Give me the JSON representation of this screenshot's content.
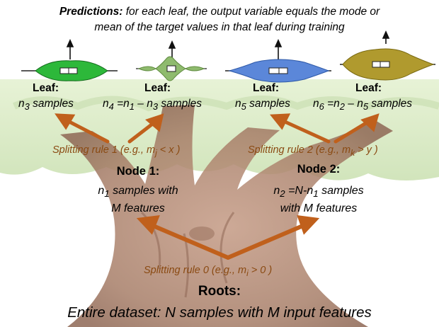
{
  "predictions": {
    "label": "Predictions:",
    "line1": " for each leaf,  the output variable equals the mode or",
    "line2": "mean of the target values in that leaf during training"
  },
  "leaves": [
    {
      "title": "Leaf:",
      "sub": {
        "a": "n",
        "a_sub": "3",
        "rest": " samples"
      },
      "color": "#2db83a"
    },
    {
      "title": "Leaf:",
      "sub": {
        "a": "n",
        "a_sub": "4",
        "mid": " =n",
        "mid_sub": "1",
        "dash": " – n",
        "dash_sub": "3",
        "rest": " samples"
      },
      "color": "#8fbb6e"
    },
    {
      "title": "Leaf:",
      "sub": {
        "a": "n",
        "a_sub": "5",
        "rest": " samples"
      },
      "color": "#5b87d9"
    },
    {
      "title": "Leaf:",
      "sub": {
        "a": "n",
        "a_sub": "6",
        "mid": " =n",
        "mid_sub": "2",
        "dash": " – n",
        "dash_sub": "5",
        "rest": " samples"
      },
      "color": "#b09a2e"
    }
  ],
  "splits": {
    "rule1": {
      "pre": "Splitting rule 1 (e.g., m",
      "sub": "j",
      "post": " < x )"
    },
    "rule2": {
      "pre": "Splitting rule 2 (e.g., m",
      "sub": "k",
      "post": " > y )"
    },
    "rule0": {
      "pre": "Splitting rule 0 (e.g., m",
      "sub": "i",
      "post": " > 0 )"
    }
  },
  "node1": {
    "title": "Node 1:",
    "line1_a": "n",
    "line1_sub": "1",
    "line1_rest": " samples with",
    "line2": "M features"
  },
  "node2": {
    "title": "Node 2:",
    "line1_a": "n",
    "line1_sub": "2",
    "line1_rest": " =N-n",
    "line1_sub2": "1",
    "line1_tail": " samples",
    "line2": "with M features"
  },
  "roots": {
    "title": "Roots:",
    "sub": "Entire dataset: N samples with M input features"
  },
  "colors": {
    "arrow": "#c0601c",
    "split_text": "#8a4a12",
    "trunk": "#a0705a",
    "foliage": "#dfeecb"
  }
}
